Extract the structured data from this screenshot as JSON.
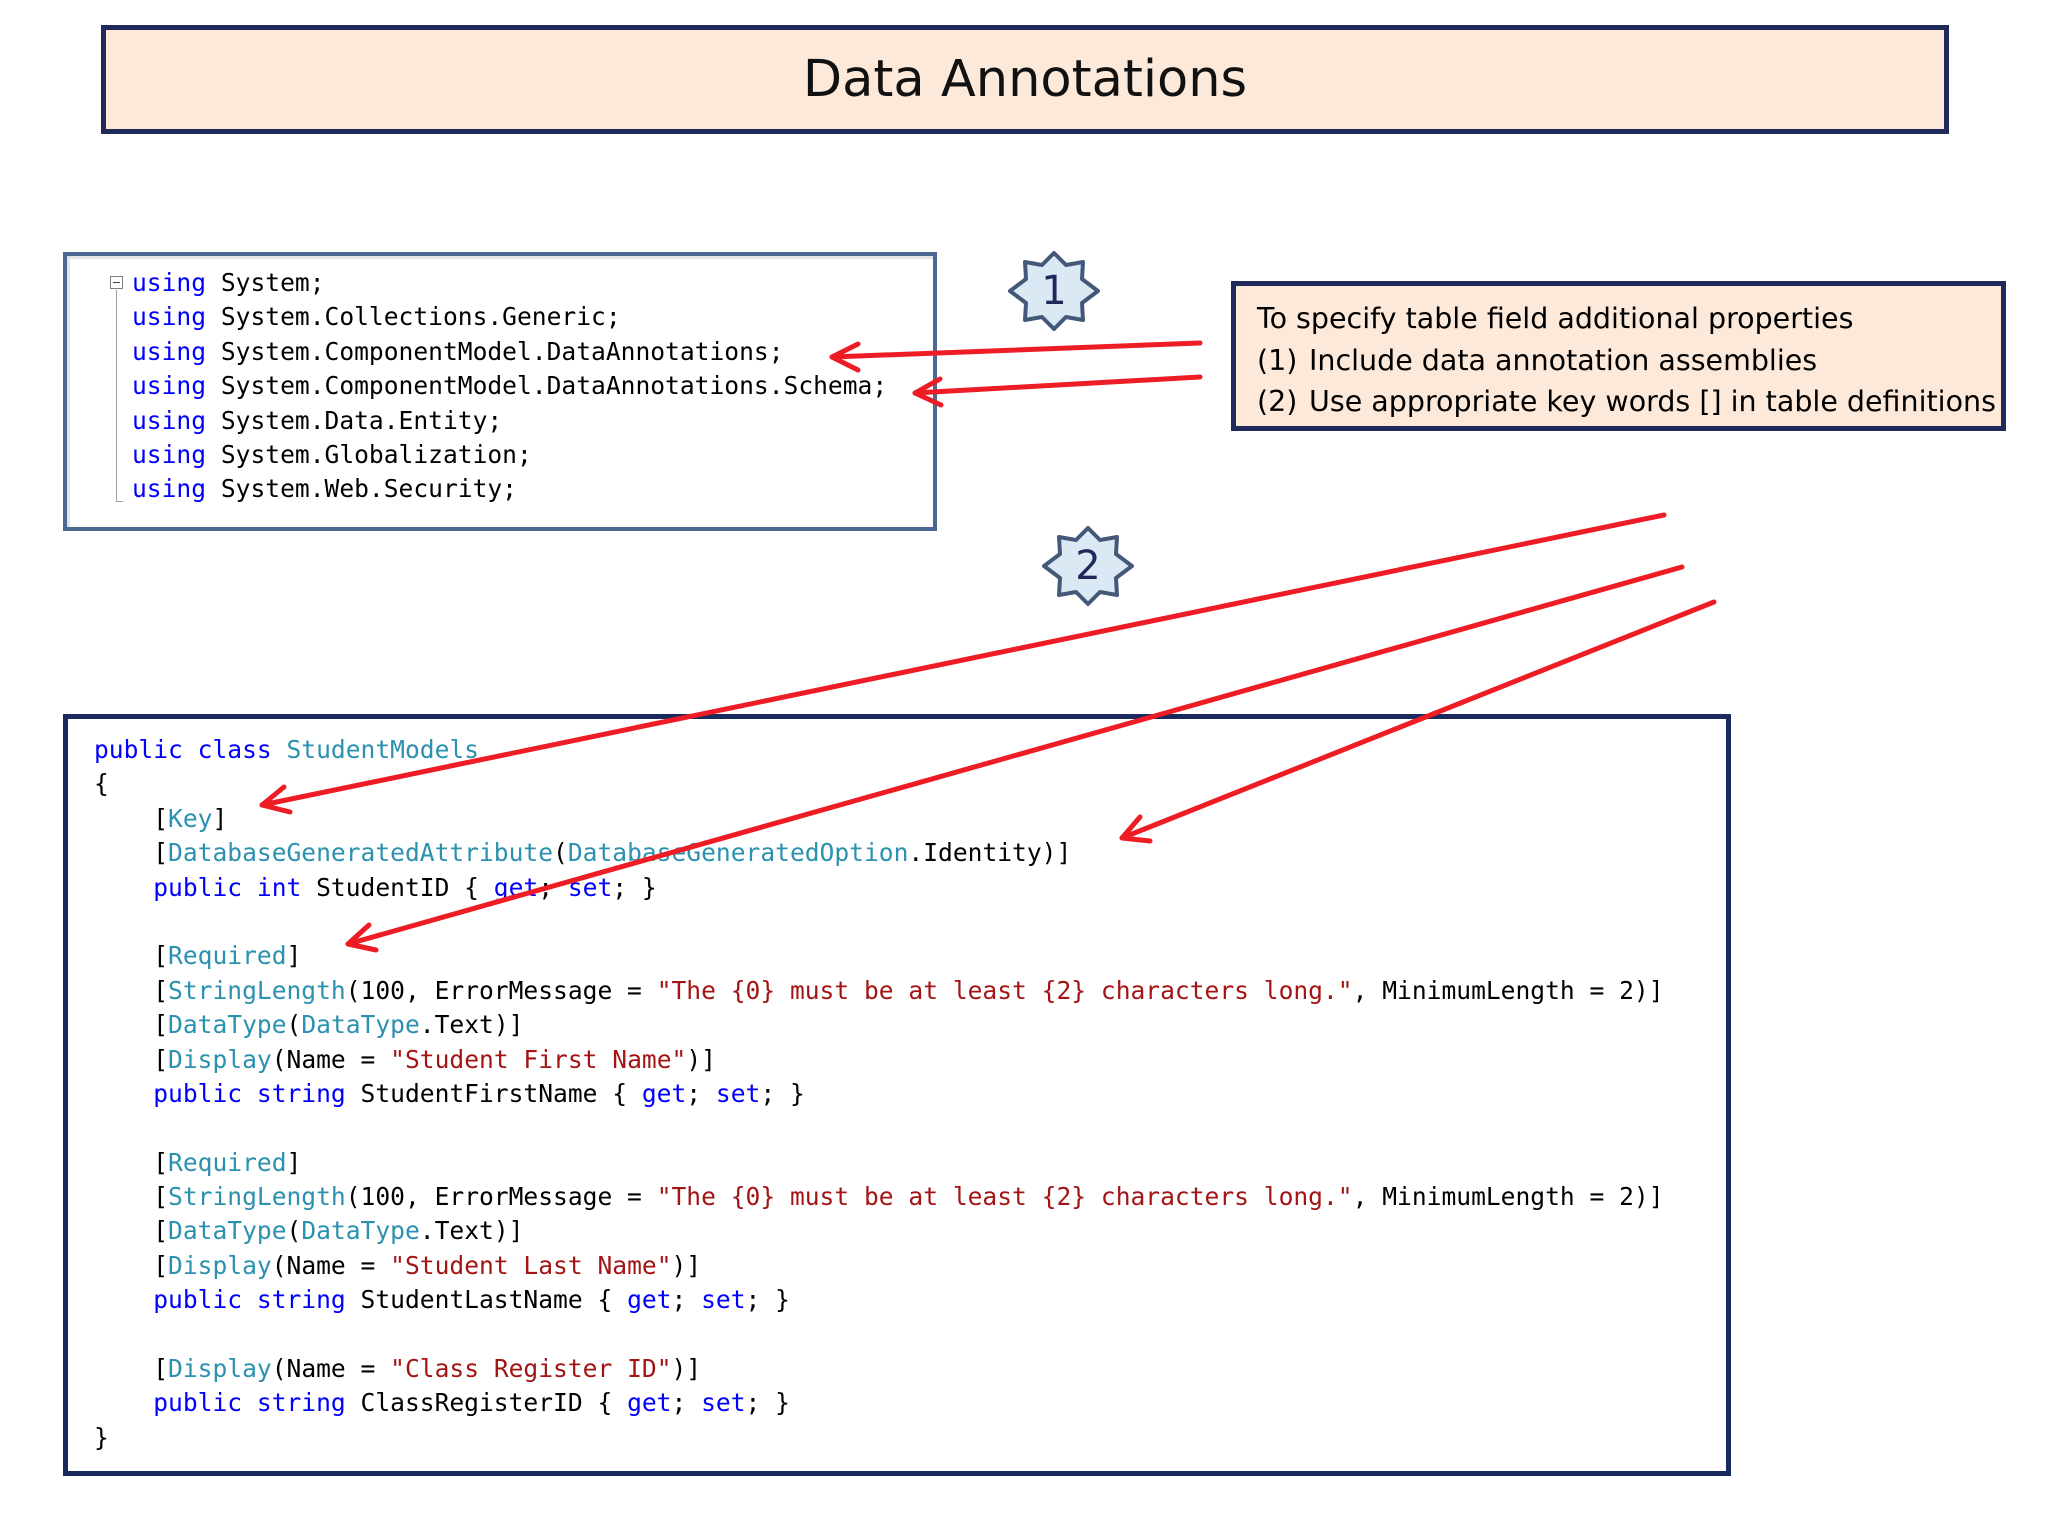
{
  "title": "Data Annotations",
  "badges": {
    "one": "1",
    "two": "2"
  },
  "note": {
    "heading": "To specify table field additional properties",
    "items": [
      {
        "number": "(1)",
        "text": "Include data annotation assemblies"
      },
      {
        "number": "(2)",
        "text": "Use appropriate key words [] in table definitions"
      }
    ]
  },
  "usings": [
    {
      "keyword": "using",
      "ns": "System;"
    },
    {
      "keyword": "using",
      "ns": "System.Collections.Generic;"
    },
    {
      "keyword": "using",
      "ns": "System.ComponentModel.DataAnnotations;"
    },
    {
      "keyword": "using",
      "ns": "System.ComponentModel.DataAnnotations.Schema;"
    },
    {
      "keyword": "using",
      "ns": "System.Data.Entity;"
    },
    {
      "keyword": "using",
      "ns": "System.Globalization;"
    },
    {
      "keyword": "using",
      "ns": "System.Web.Security;"
    }
  ],
  "class_code": [
    [
      {
        "t": "public class ",
        "c": "kw"
      },
      {
        "t": "StudentModels",
        "c": "ty"
      }
    ],
    [
      {
        "t": "{",
        "c": "pl"
      }
    ],
    [
      {
        "t": "    [",
        "c": "pl"
      },
      {
        "t": "Key",
        "c": "ty"
      },
      {
        "t": "]",
        "c": "pl"
      }
    ],
    [
      {
        "t": "    [",
        "c": "pl"
      },
      {
        "t": "DatabaseGeneratedAttribute",
        "c": "ty"
      },
      {
        "t": "(",
        "c": "pl"
      },
      {
        "t": "DatabaseGeneratedOption",
        "c": "ty"
      },
      {
        "t": ".Identity)]",
        "c": "pl"
      }
    ],
    [
      {
        "t": "    ",
        "c": "pl"
      },
      {
        "t": "public int ",
        "c": "kw"
      },
      {
        "t": "StudentID { ",
        "c": "pl"
      },
      {
        "t": "get",
        "c": "kw"
      },
      {
        "t": "; ",
        "c": "pl"
      },
      {
        "t": "set",
        "c": "kw"
      },
      {
        "t": "; }",
        "c": "pl"
      }
    ],
    [],
    [
      {
        "t": "    [",
        "c": "pl"
      },
      {
        "t": "Required",
        "c": "ty"
      },
      {
        "t": "]",
        "c": "pl"
      }
    ],
    [
      {
        "t": "    [",
        "c": "pl"
      },
      {
        "t": "StringLength",
        "c": "ty"
      },
      {
        "t": "(100, ErrorMessage = ",
        "c": "pl"
      },
      {
        "t": "\"The {0} must be at least {2} characters long.\"",
        "c": "st"
      },
      {
        "t": ", MinimumLength = 2)]",
        "c": "pl"
      }
    ],
    [
      {
        "t": "    [",
        "c": "pl"
      },
      {
        "t": "DataType",
        "c": "ty"
      },
      {
        "t": "(",
        "c": "pl"
      },
      {
        "t": "DataType",
        "c": "ty"
      },
      {
        "t": ".Text)]",
        "c": "pl"
      }
    ],
    [
      {
        "t": "    [",
        "c": "pl"
      },
      {
        "t": "Display",
        "c": "ty"
      },
      {
        "t": "(Name = ",
        "c": "pl"
      },
      {
        "t": "\"Student First Name\"",
        "c": "st"
      },
      {
        "t": ")]",
        "c": "pl"
      }
    ],
    [
      {
        "t": "    ",
        "c": "pl"
      },
      {
        "t": "public string ",
        "c": "kw"
      },
      {
        "t": "StudentFirstName { ",
        "c": "pl"
      },
      {
        "t": "get",
        "c": "kw"
      },
      {
        "t": "; ",
        "c": "pl"
      },
      {
        "t": "set",
        "c": "kw"
      },
      {
        "t": "; }",
        "c": "pl"
      }
    ],
    [],
    [
      {
        "t": "    [",
        "c": "pl"
      },
      {
        "t": "Required",
        "c": "ty"
      },
      {
        "t": "]",
        "c": "pl"
      }
    ],
    [
      {
        "t": "    [",
        "c": "pl"
      },
      {
        "t": "StringLength",
        "c": "ty"
      },
      {
        "t": "(100, ErrorMessage = ",
        "c": "pl"
      },
      {
        "t": "\"The {0} must be at least {2} characters long.\"",
        "c": "st"
      },
      {
        "t": ", MinimumLength = 2)]",
        "c": "pl"
      }
    ],
    [
      {
        "t": "    [",
        "c": "pl"
      },
      {
        "t": "DataType",
        "c": "ty"
      },
      {
        "t": "(",
        "c": "pl"
      },
      {
        "t": "DataType",
        "c": "ty"
      },
      {
        "t": ".Text)]",
        "c": "pl"
      }
    ],
    [
      {
        "t": "    [",
        "c": "pl"
      },
      {
        "t": "Display",
        "c": "ty"
      },
      {
        "t": "(Name = ",
        "c": "pl"
      },
      {
        "t": "\"Student Last Name\"",
        "c": "st"
      },
      {
        "t": ")]",
        "c": "pl"
      }
    ],
    [
      {
        "t": "    ",
        "c": "pl"
      },
      {
        "t": "public string ",
        "c": "kw"
      },
      {
        "t": "StudentLastName { ",
        "c": "pl"
      },
      {
        "t": "get",
        "c": "kw"
      },
      {
        "t": "; ",
        "c": "pl"
      },
      {
        "t": "set",
        "c": "kw"
      },
      {
        "t": "; }",
        "c": "pl"
      }
    ],
    [],
    [
      {
        "t": "    [",
        "c": "pl"
      },
      {
        "t": "Display",
        "c": "ty"
      },
      {
        "t": "(Name = ",
        "c": "pl"
      },
      {
        "t": "\"Class Register ID\"",
        "c": "st"
      },
      {
        "t": ")]",
        "c": "pl"
      }
    ],
    [
      {
        "t": "    ",
        "c": "pl"
      },
      {
        "t": "public string ",
        "c": "kw"
      },
      {
        "t": "ClassRegisterID { ",
        "c": "pl"
      },
      {
        "t": "get",
        "c": "kw"
      },
      {
        "t": "; ",
        "c": "pl"
      },
      {
        "t": "set",
        "c": "kw"
      },
      {
        "t": "; }",
        "c": "pl"
      }
    ],
    [
      {
        "t": "}",
        "c": "pl"
      }
    ]
  ],
  "colors": {
    "title_fill": "#fde9d9",
    "box_border": "#1f2a5a",
    "arrow": "#ee1c24",
    "badge_fill": "#dbe9f5",
    "keyword": "#0000ff",
    "type": "#2b91af",
    "string": "#a31515"
  }
}
